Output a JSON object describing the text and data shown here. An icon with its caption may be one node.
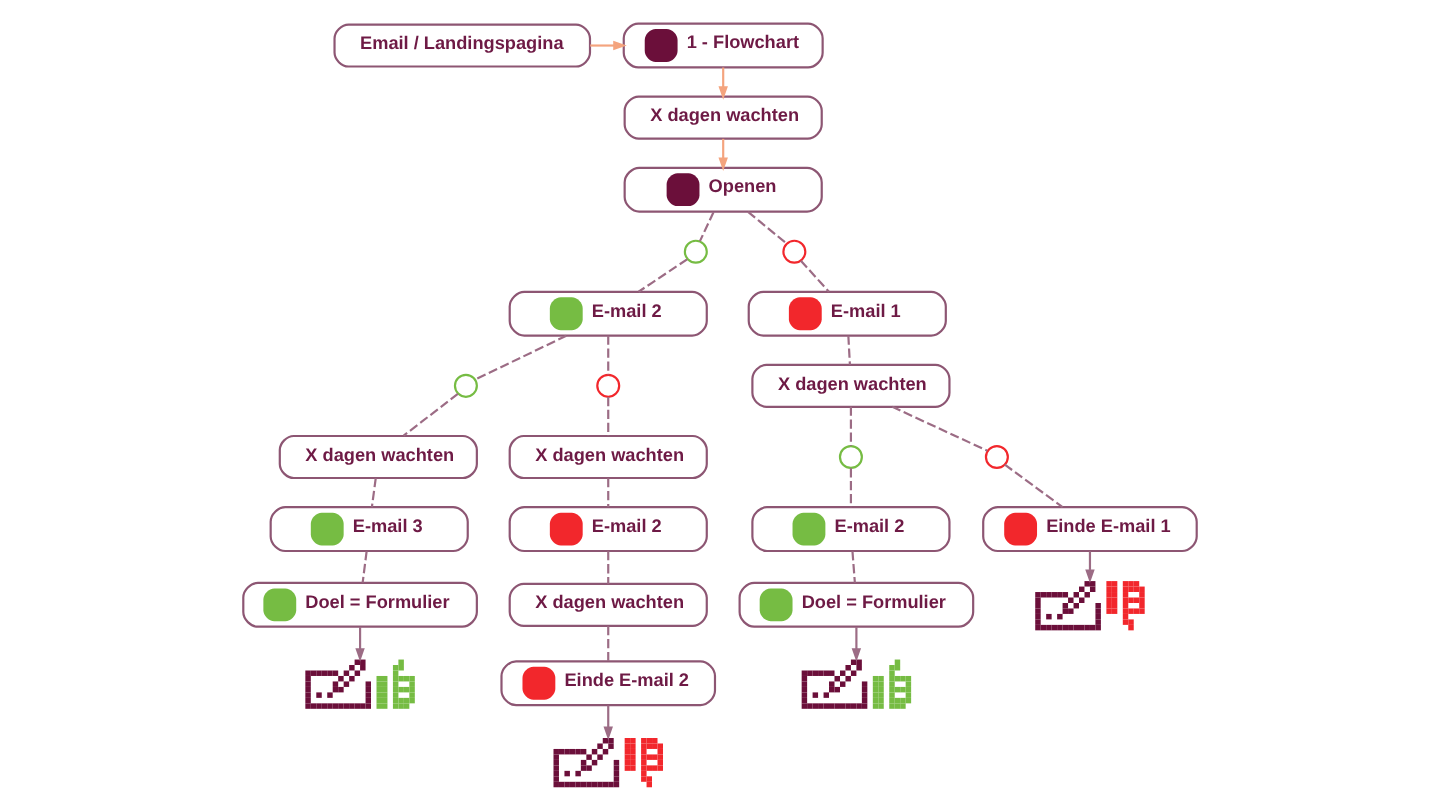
{
  "diagram": {
    "nodes": [
      {
        "text": [
          "Email / Landingspagina"
        ]
      },
      {
        "text": [
          "1 - Flowchart"
        ]
      },
      {
        "text": [
          "X dagen wachten"
        ]
      },
      {
        "text": [],
        "shape": "circle"
      },
      {
        "text": [
          "Openen"
        ]
      },
      {
        "text": [],
        "shape": "circle"
      },
      {
        "text": [],
        "shape": "circle"
      },
      {
        "text": [
          "E-mail 2"
        ]
      },
      {
        "text": [],
        "shape": "circle"
      },
      {
        "text": [
          "E-mail 1"
        ]
      },
      {
        "text": [
          "X dagen wachten"
        ]
      },
      {
        "text": [
          "X dagen wachten"
        ]
      },
      {
        "text": [],
        "shape": "circle"
      },
      {
        "text": [
          "X dagen wachten"
        ]
      },
      {
        "text": [],
        "shape": "circle"
      },
      {
        "text": [
          "E-mail 3"
        ]
      },
      {
        "text": [
          "E-mail 2"
        ]
      },
      {
        "text": [
          "E-mail 2"
        ]
      },
      {
        "text": [
          "Einde E-mail 1"
        ]
      },
      {
        "text": [
          "Doel = Formulier"
        ]
      },
      {
        "text": [
          "X dagen wachten"
        ]
      },
      {
        "text": [
          "Doel = Formulier"
        ]
      },
      {
        "text": [],
        "shape": "picture"
      },
      {
        "text": [],
        "shape": "picture"
      },
      {
        "text": [
          "Einde E-mail 2"
        ]
      },
      {
        "text": [],
        "shape": "picture"
      },
      {
        "text": [],
        "shape": "picture"
      }
    ],
    "edges": [
      {
        "from": 0,
        "to": 1,
        "arrow": "to",
        "color": "#f4a47e"
      },
      {
        "from": 1,
        "to": 2,
        "arrow": "to",
        "color": "#f4a47e"
      },
      {
        "from": 2,
        "to": 4,
        "arrow": "to",
        "color": "#f4a47e"
      },
      {
        "from": 4,
        "to": 3,
        "arrow": "none",
        "style": "dashed"
      },
      {
        "from": 3,
        "to": 7,
        "arrow": "none",
        "style": "dashed"
      },
      {
        "from": 4,
        "to": 5,
        "arrow": "none",
        "style": "dashed"
      },
      {
        "from": 5,
        "to": 9,
        "arrow": "none",
        "style": "dashed"
      },
      {
        "from": 7,
        "to": 6,
        "arrow": "none",
        "style": "dashed"
      },
      {
        "from": 6,
        "to": 10,
        "arrow": "none",
        "style": "dashed"
      },
      {
        "from": 7,
        "to": 8,
        "arrow": "none",
        "style": "dashed"
      },
      {
        "from": 8,
        "to": 11,
        "arrow": "none",
        "style": "dashed"
      },
      {
        "from": 9,
        "to": 13,
        "arrow": "none",
        "style": "dashed"
      },
      {
        "from": 13,
        "to": 12,
        "arrow": "none",
        "style": "dashed"
      },
      {
        "from": 12,
        "to": 17,
        "arrow": "none",
        "style": "dashed"
      },
      {
        "from": 13,
        "to": 14,
        "arrow": "none",
        "style": "dashed"
      },
      {
        "from": 14,
        "to": 18,
        "arrow": "none",
        "style": "dashed"
      },
      {
        "from": 10,
        "to": 15,
        "arrow": "none",
        "style": "dashed"
      },
      {
        "from": 11,
        "to": 16,
        "arrow": "none",
        "style": "dashed"
      },
      {
        "from": 15,
        "to": 19,
        "arrow": "none",
        "style": "dashed"
      },
      {
        "from": 16,
        "to": 20,
        "arrow": "none",
        "style": "dashed"
      },
      {
        "from": 17,
        "to": 21,
        "arrow": "none",
        "style": "dashed"
      },
      {
        "from": 18,
        "to": 22,
        "arrow": "to"
      },
      {
        "from": 19,
        "to": 23,
        "arrow": "to"
      },
      {
        "from": 20,
        "to": 24,
        "arrow": "none",
        "style": "dashed"
      },
      {
        "from": 21,
        "to": 25,
        "arrow": "to"
      },
      {
        "from": 24,
        "to": 26,
        "arrow": "to"
      }
    ]
  }
}
